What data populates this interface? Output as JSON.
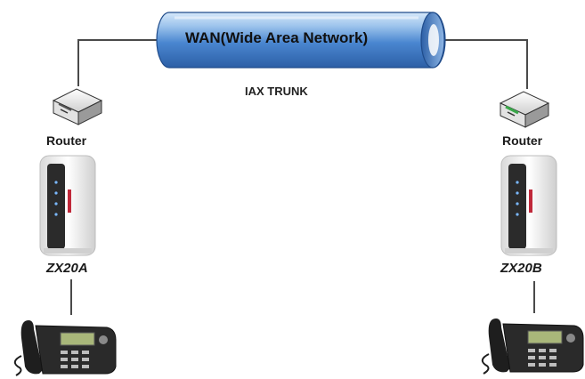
{
  "wan": {
    "label": "WAN(Wide Area Network)"
  },
  "trunk": {
    "label": "IAX TRUNK"
  },
  "site_a": {
    "router_label": "Router",
    "device_label": "ZX20A"
  },
  "site_b": {
    "router_label": "Router",
    "device_label": "ZX20B"
  },
  "colors": {
    "cloud_fill": "#3f7cc8",
    "cloud_highlight": "#b6d4f2",
    "line": "#4a4a4a",
    "router_body": "#e9e9e9",
    "router_b_accent": "#3aa84a",
    "device_face": "#2b2b2b",
    "device_logo": "#c0283a"
  },
  "icons": {
    "cloud": "wan-cylinder-icon",
    "router": "router-icon",
    "device": "voip-gateway-icon",
    "phone": "desk-phone-icon"
  }
}
